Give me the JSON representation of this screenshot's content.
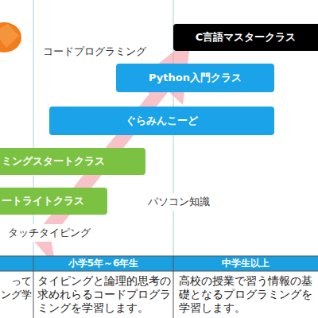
{
  "diagram": {
    "nodes": [
      {
        "text": [
          "C言語マスタークラス"
        ]
      },
      {
        "text": [
          "Python入門クラス"
        ]
      },
      {
        "text": [
          "ぐらみんこーど"
        ]
      },
      {
        "text": [
          "ミングスタートクラス"
        ]
      },
      {
        "text": [
          "ートライトクラス"
        ]
      }
    ],
    "labels": [
      "コードプログラミング",
      "パソコン知識",
      "タッチタイピング",
      "って",
      "ング学",
      "小学5年～6年生",
      "中学生以上",
      "タイピングと論理的思考の求めれらるコードプログラミングを学習します。",
      "高校の授業で習う情報の基礎となるプログラミングを学習します。"
    ]
  }
}
